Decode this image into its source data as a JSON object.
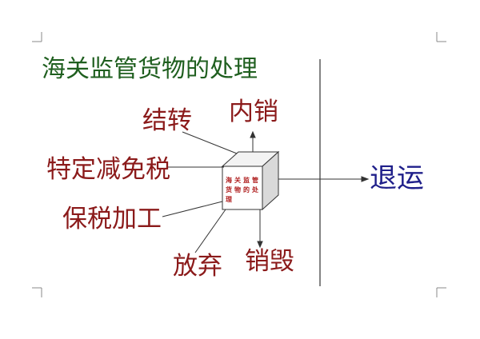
{
  "title": "海关监管货物的处理",
  "center_box": {
    "text": "海关监管货物的处理",
    "line1": "海关监管",
    "line2": "货物的处",
    "line3": "理"
  },
  "branches": {
    "jiezhuan": "结转",
    "neixiao": "内销",
    "tedingjianmianshui": "特定减免税",
    "baoshuijiagong": "保税加工",
    "fangqi": "放弃",
    "xiaohui": "销毁",
    "tuiyun": "退运"
  },
  "colors": {
    "title": "#1f5f1f",
    "branch_labels": "#8b1a1a",
    "tuiyun_label": "#1f1f8a",
    "box_text": "#b02020"
  }
}
